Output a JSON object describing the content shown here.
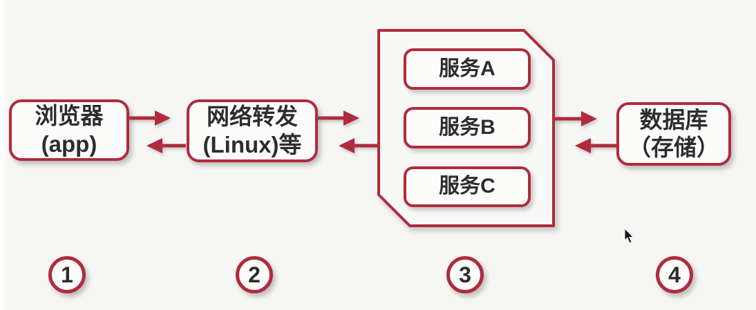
{
  "colors": {
    "accent": "#b02b3c",
    "background": "#f6f6f4",
    "text": "#2d2d2d"
  },
  "nodes": {
    "browser": {
      "line1": "浏览器",
      "line2": "(app)"
    },
    "gateway": {
      "line1": "网络转发",
      "line2": "(Linux)等"
    },
    "database": {
      "line1": "数据库",
      "line2": "（存储）"
    },
    "services": [
      {
        "label": "服务A"
      },
      {
        "label": "服务B"
      },
      {
        "label": "服务C"
      }
    ]
  },
  "steps": [
    {
      "number": "1"
    },
    {
      "number": "2"
    },
    {
      "number": "3"
    },
    {
      "number": "4"
    }
  ],
  "icons": {
    "cursor": "arrow-pointer"
  }
}
